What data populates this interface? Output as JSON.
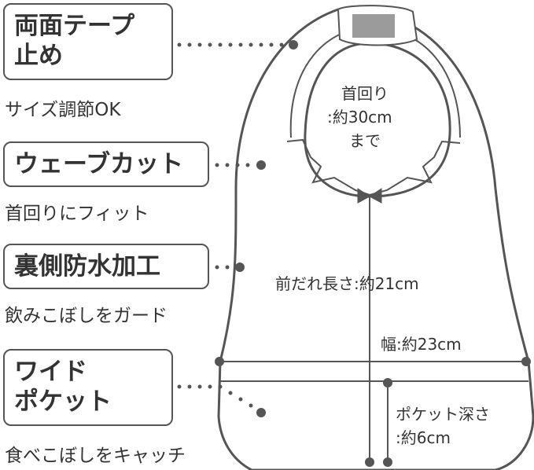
{
  "features": [
    {
      "title_lines": [
        "両面テープ",
        "止め"
      ],
      "caption": "サイズ調節OK"
    },
    {
      "title_lines": [
        "ウェーブカット"
      ],
      "caption": "首回りにフィット"
    },
    {
      "title_lines": [
        "裏側防水加工"
      ],
      "caption": "飲みこぼしをガード"
    },
    {
      "title_lines": [
        "ワイド",
        "ポケット"
      ],
      "caption": "食べこぼしをキャッチ"
    }
  ],
  "dimensions": {
    "neck_line1": "首回り",
    "neck_line2": ":約30cm",
    "neck_line3": "まで",
    "length": "前だれ長さ:約21cm",
    "width": "幅:約23cm",
    "pocket_line1": "ポケット深さ",
    "pocket_line2": ":約6cm"
  },
  "colors": {
    "outline": "#555555",
    "tape": "#9b9b9b",
    "text": "#333333"
  }
}
